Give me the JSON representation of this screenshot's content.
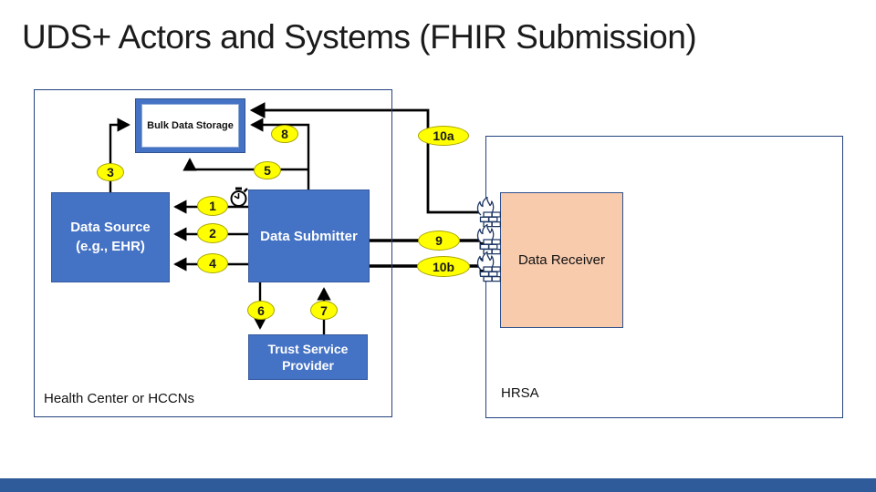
{
  "title": "UDS+ Actors and Systems (FHIR Submission)",
  "groups": {
    "health_center": {
      "label": "Health Center or HCCNs"
    },
    "hrsa": {
      "label": "HRSA"
    }
  },
  "nodes": {
    "bulk_data_storage": {
      "label": "Bulk Data Storage"
    },
    "data_source": {
      "line1": "Data Source",
      "line2": "(e.g., EHR)"
    },
    "data_submitter": {
      "label": "Data Submitter"
    },
    "trust_service_provider": {
      "line1": "Trust Service",
      "line2": "Provider"
    },
    "data_receiver": {
      "label": "Data Receiver"
    }
  },
  "badges": [
    {
      "id": "1",
      "label": "1"
    },
    {
      "id": "2",
      "label": "2"
    },
    {
      "id": "3",
      "label": "3"
    },
    {
      "id": "4",
      "label": "4"
    },
    {
      "id": "5",
      "label": "5"
    },
    {
      "id": "6",
      "label": "6"
    },
    {
      "id": "7",
      "label": "7"
    },
    {
      "id": "8",
      "label": "8"
    },
    {
      "id": "9",
      "label": "9"
    },
    {
      "id": "10a",
      "label": "10a"
    },
    {
      "id": "10b",
      "label": "10b"
    }
  ],
  "icons": {
    "timer": "stopwatch-icon",
    "firewall": "firewall-icon"
  },
  "colors": {
    "node_blue": "#4472C4",
    "node_border": "#35599f",
    "receiver_peach": "#F8CBAD",
    "container_border": "#24427E",
    "badge_yellow": "#FFFF00",
    "badge_border": "#a8a400",
    "arrow_black": "#000000",
    "footer_bar_blue": "#2F5B9B"
  }
}
